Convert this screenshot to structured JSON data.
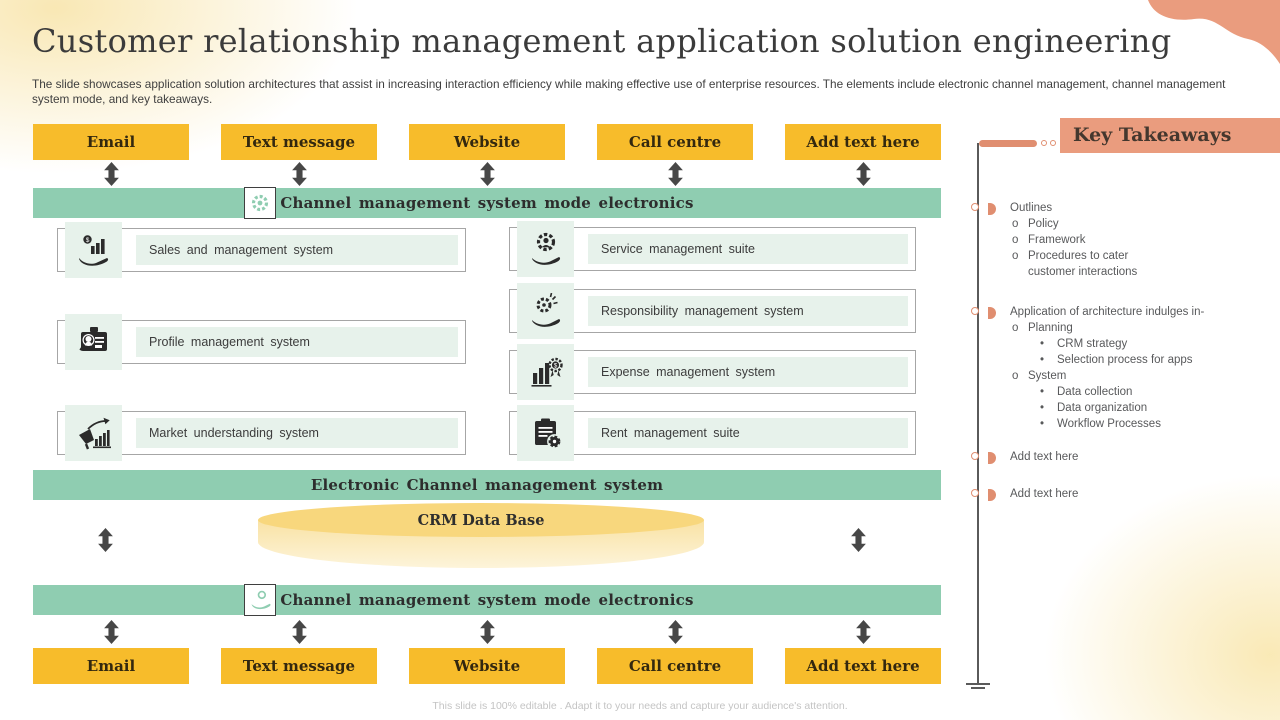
{
  "slide": {
    "title": "Customer relationship management application solution engineering",
    "subtitle": "The slide showcases application solution architectures that assist in increasing interaction efficiency while making effective use of enterprise resources. The elements include electronic channel management, channel management system mode, and key takeaways.",
    "footer": "This slide is 100% editable . Adapt it to your needs and capture your audience's attention."
  },
  "colors": {
    "channel_yellow": "#F7BC2B",
    "banner_green": "#8FCDB1",
    "light_green_fill": "#E7F2EB",
    "salmon_accent": "#EA9C7E",
    "cylinder_yellow": "#F8D77D",
    "dark_text": "#2d2d2d",
    "gray_text": "#58595b"
  },
  "channels": {
    "top": [
      "Email",
      "Text message",
      "Website",
      "Call centre",
      "Add text here"
    ],
    "bottom": [
      "Email",
      "Text message",
      "Website",
      "Call centre",
      "Add text here"
    ]
  },
  "banners": {
    "top": {
      "label": "Channel management system mode electronics",
      "icon": "gear-icon"
    },
    "middle": {
      "label": "Electronic Channel management system"
    },
    "bottom": {
      "label": "Channel management system mode electronics",
      "icon": "hand-coin-icon"
    }
  },
  "database": {
    "label": "CRM Data Base"
  },
  "systems": {
    "left": [
      {
        "icon": "hand-sales-chart-icon",
        "label": "Sales and management system"
      },
      {
        "icon": "id-card-icon",
        "label": "Profile management system"
      },
      {
        "icon": "megaphone-growth-icon",
        "label": "Market understanding system"
      }
    ],
    "right": [
      {
        "icon": "service-person-gear-icon",
        "label": "Service  management  suite"
      },
      {
        "icon": "hand-gears-icon",
        "label": "Responsibility  management  system"
      },
      {
        "icon": "expense-chart-badge-icon",
        "label": "Expense  management  system"
      },
      {
        "icon": "clipboard-gear-icon",
        "label": "Rent  management  suite"
      }
    ]
  },
  "takeaways": {
    "heading": "Key Takeaways",
    "groups": [
      {
        "label": "Outlines",
        "items": [
          {
            "level": 1,
            "text": "Policy"
          },
          {
            "level": 1,
            "text": "Framework"
          },
          {
            "level": 1,
            "text": "Procedures to cater customer interactions"
          }
        ]
      },
      {
        "label": "Application of architecture indulges in-",
        "items": [
          {
            "level": 1,
            "text": "Planning"
          },
          {
            "level": 2,
            "text": "CRM strategy"
          },
          {
            "level": 2,
            "text": "Selection process for apps"
          },
          {
            "level": 1,
            "text": "System"
          },
          {
            "level": 2,
            "text": "Data collection"
          },
          {
            "level": 2,
            "text": "Data organization"
          },
          {
            "level": 2,
            "text": "Workflow Processes"
          }
        ]
      },
      {
        "label": "Add text here",
        "items": []
      },
      {
        "label": "Add text here",
        "items": []
      }
    ]
  }
}
